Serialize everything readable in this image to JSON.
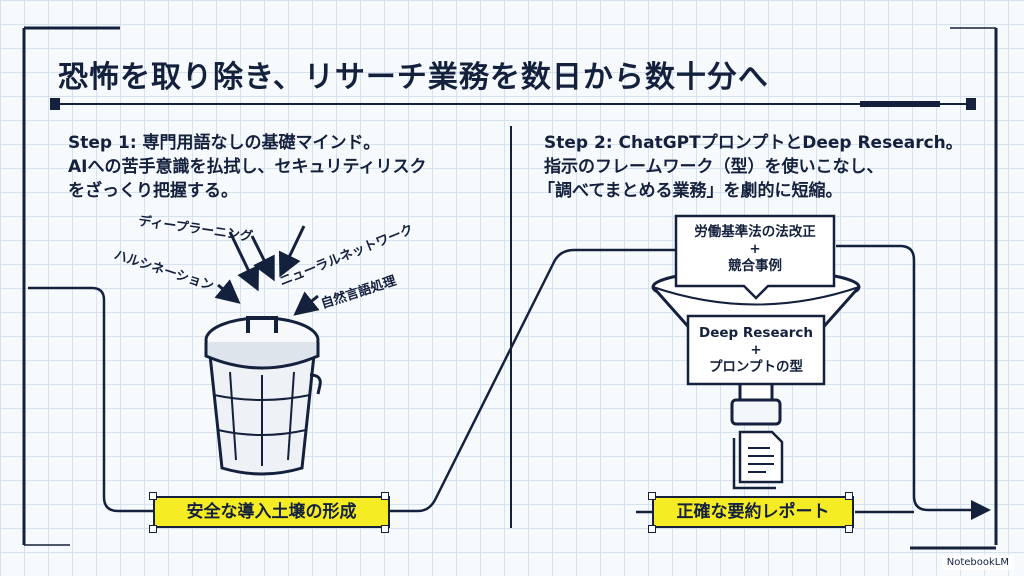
{
  "title": "恐怖を取り除き、リサーチ業務を数日から数十分へ",
  "step1": {
    "title": "Step 1: 専門用語なしの基礎マインド。",
    "lines": [
      "AIへの苦手意識を払拭し、セキュリティリスク",
      "をざっくり把握する。"
    ],
    "terms": [
      "ディープラーニング",
      "ハルシネーション",
      "ニューラルネットワーク",
      "自然言語処理"
    ],
    "label": "安全な導入土壌の形成"
  },
  "step2": {
    "title": "Step 2: ChatGPTプロンプトとDeep Research。",
    "lines": [
      "指示のフレームワーク（型）を使いこなし、",
      "「調べてまとめる業務」を劇的に短縮。"
    ],
    "input_box": [
      "労働基準法の法改正",
      "+",
      "競合事例"
    ],
    "funnel_box": [
      "Deep Research",
      "+",
      "プロンプトの型"
    ],
    "label": "正確な要約レポート"
  },
  "brand": "NotebookLM",
  "colors": {
    "navy": "#14213d",
    "highlight": "#f5ec24",
    "grid": "#d6e2ee"
  }
}
